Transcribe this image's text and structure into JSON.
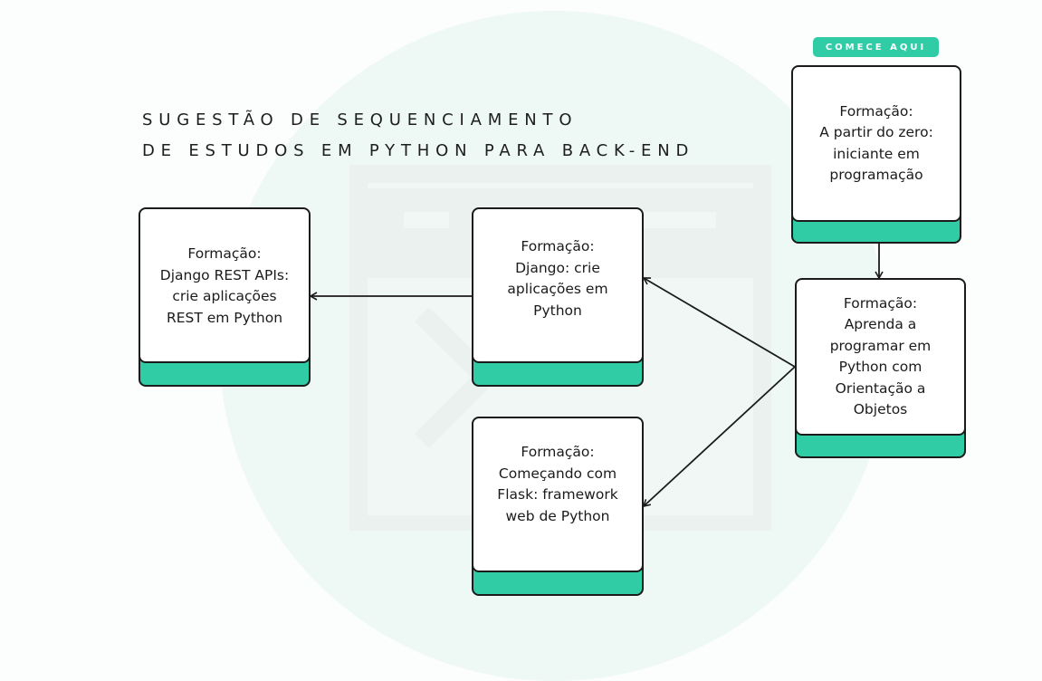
{
  "title": {
    "line1": "SUGESTÃO DE SEQUENCIAMENTO",
    "line2": "DE ESTUDOS EM PYTHON PARA BACK-END"
  },
  "start_badge": "COMECE AQUI",
  "nodes": {
    "zero": {
      "line1": "Formação:",
      "line2": "A partir do zero:",
      "line3": "iniciante em",
      "line4": "programação"
    },
    "oo": {
      "line1": "Formação:",
      "line2": "Aprenda a",
      "line3": "programar em",
      "line4": "Python com",
      "line5": "Orientação a",
      "line6": "Objetos"
    },
    "django": {
      "line1": "Formação:",
      "line2": "Django: crie",
      "line3": "aplicações em",
      "line4": "Python"
    },
    "django_rest": {
      "line1": "Formação:",
      "line2": "Django REST APIs:",
      "line3": "crie aplicações",
      "line4": "REST em Python"
    },
    "flask": {
      "line1": "Formação:",
      "line2": "Começando com",
      "line3": "Flask: framework",
      "line4": "web de Python"
    }
  },
  "colors": {
    "accent": "#2fcca6",
    "outline": "#1b1b1b",
    "background_circle": "#eef8f5"
  }
}
